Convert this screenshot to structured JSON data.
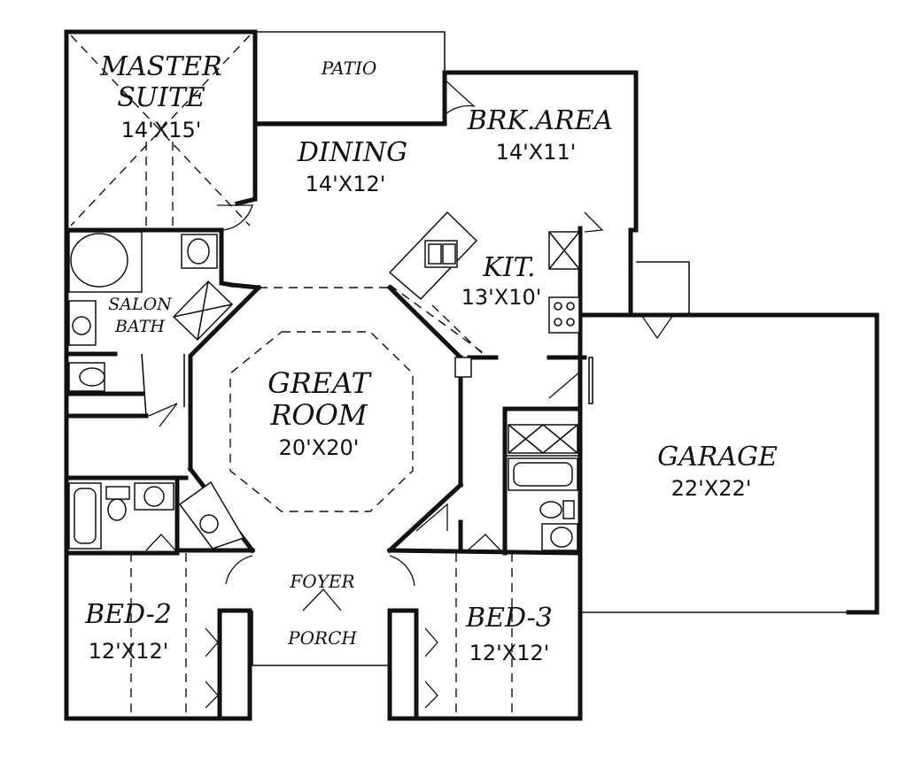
{
  "rooms": {
    "master_suite": {
      "name_line1": "MASTER",
      "name_line2": "SUITE",
      "size": "14'X15'"
    },
    "patio": {
      "name": "PATIO"
    },
    "brk_area": {
      "name": "BRK.AREA",
      "size": "14'X11'"
    },
    "dining": {
      "name": "DINING",
      "size": "14'X12'"
    },
    "kitchen": {
      "name": "KIT.",
      "size": "13'X10'"
    },
    "salon_bath": {
      "name_line1": "SALON",
      "name_line2": "BATH"
    },
    "great_room": {
      "name_line1": "GREAT",
      "name_line2": "ROOM",
      "size": "20'X20'"
    },
    "garage": {
      "name": "GARAGE",
      "size": "22'X22'"
    },
    "foyer": {
      "name": "FOYER"
    },
    "porch": {
      "name": "PORCH"
    },
    "bed2": {
      "name": "BED-2",
      "size": "12'X12'"
    },
    "bed3": {
      "name": "BED-3",
      "size": "12'X12'"
    }
  }
}
